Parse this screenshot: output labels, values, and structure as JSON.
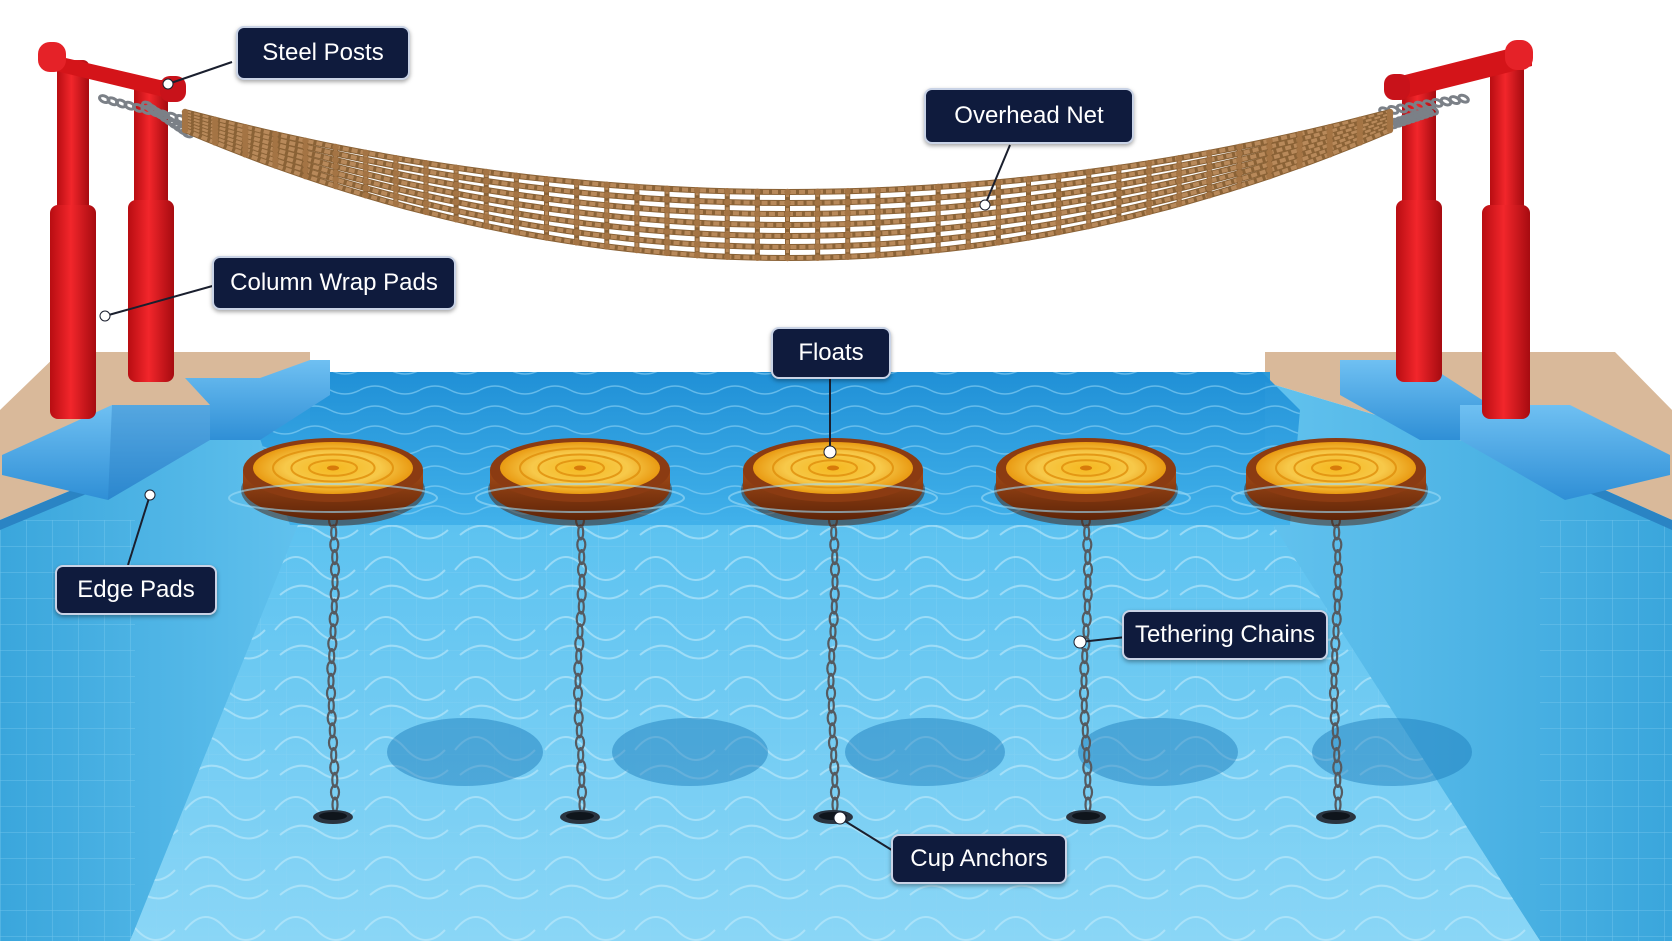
{
  "labels": {
    "steel_posts": "Steel Posts",
    "overhead_net": "Overhead Net",
    "column_wrap_pads": "Column Wrap Pads",
    "floats": "Floats",
    "edge_pads": "Edge Pads",
    "tethering_chains": "Tethering Chains",
    "cup_anchors": "Cup Anchors"
  },
  "colors": {
    "label_bg": "#0f1b3d",
    "posts": "#e0161c",
    "edge_pads": "#4aa8e8",
    "water": "#2fa4e4",
    "pool_wall": "#4eb6e8",
    "net_rope": "#b8895a",
    "float_top": "#f7b421",
    "float_rim": "#8b3b12",
    "chain": "#555a60",
    "deck": "#d9b99a"
  },
  "icons": {
    "float": "round-float-icon",
    "anchor": "cup-anchor-icon"
  }
}
